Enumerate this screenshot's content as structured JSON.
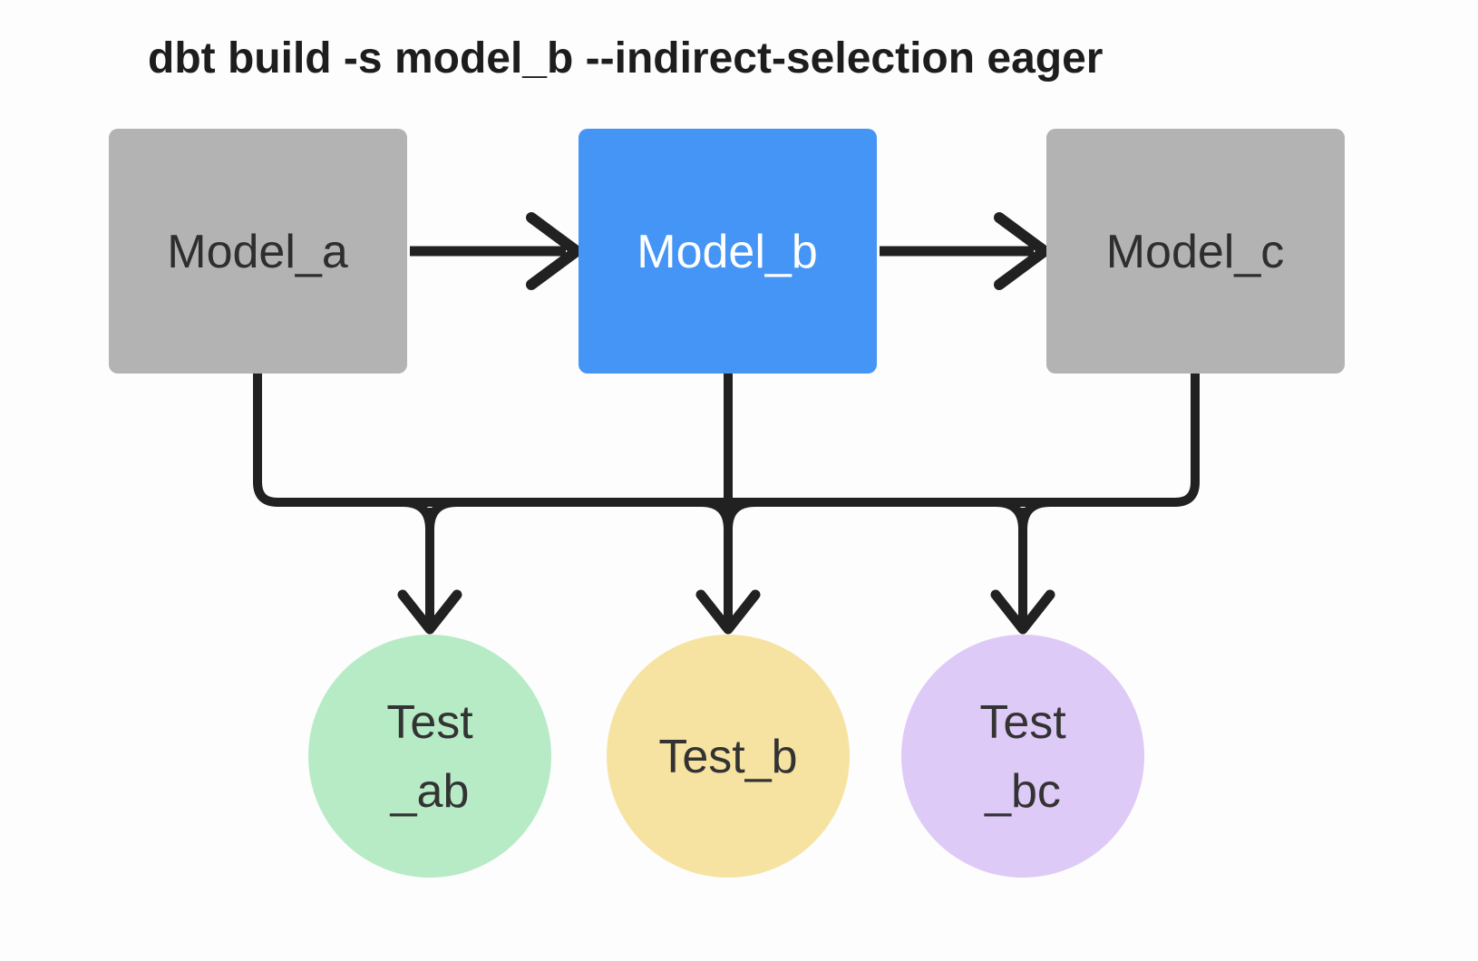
{
  "title": "dbt build -s model_b --indirect-selection eager",
  "colors": {
    "background": "#fdfdfd",
    "model_default_fill": "#b3b3b3",
    "model_selected_fill": "#4495f5",
    "test_ab_fill": "#b7ebc6",
    "test_b_fill": "#f6e3a1",
    "test_bc_fill": "#decaf6",
    "connector": "#212121",
    "title_text": "#1d1d1d",
    "model_text_dark": "#2e2e2e",
    "model_text_light": "#ffffff",
    "test_text": "#333333"
  },
  "nodes": {
    "model_a": {
      "label": "Model_a",
      "type": "model",
      "state": "unselected"
    },
    "model_b": {
      "label": "Model_b",
      "type": "model",
      "state": "selected"
    },
    "model_c": {
      "label": "Model_c",
      "type": "model",
      "state": "unselected"
    },
    "test_ab": {
      "label_line1": "Test",
      "label_line2": "_ab",
      "type": "test"
    },
    "test_b": {
      "label": "Test_b",
      "type": "test"
    },
    "test_bc": {
      "label_line1": "Test",
      "label_line2": "_bc",
      "type": "test"
    }
  },
  "edges": [
    {
      "from": "model_a",
      "to": "model_b"
    },
    {
      "from": "model_b",
      "to": "model_c"
    },
    {
      "from": "model_a",
      "to": "test_ab"
    },
    {
      "from": "model_b",
      "to": "test_ab"
    },
    {
      "from": "model_b",
      "to": "test_b"
    },
    {
      "from": "model_b",
      "to": "test_bc"
    },
    {
      "from": "model_c",
      "to": "test_bc"
    }
  ]
}
